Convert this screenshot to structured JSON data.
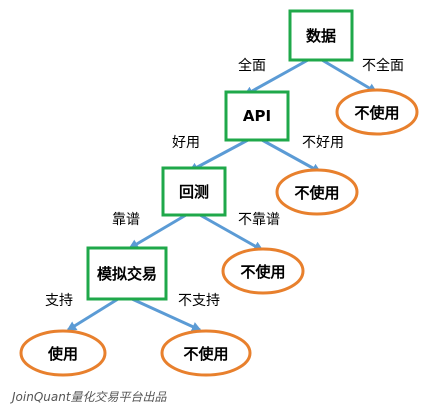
{
  "colors": {
    "box_border": "#1fa84a",
    "oval_border": "#e8802d",
    "arrow": "#5b9bd5"
  },
  "nodes": {
    "data": "数据",
    "api": "API",
    "backtest": "回测",
    "sim_trading": "模拟交易",
    "not_use_1": "不使用",
    "not_use_2": "不使用",
    "not_use_3": "不使用",
    "not_use_4": "不使用",
    "use": "使用"
  },
  "edges": {
    "complete": "全面",
    "incomplete": "不全面",
    "good": "好用",
    "not_good": "不好用",
    "reliable": "靠谱",
    "unreliable": "不靠谱",
    "supported": "支持",
    "unsupported": "不支持"
  },
  "footer": "JoinQuant量化交易平台出品"
}
